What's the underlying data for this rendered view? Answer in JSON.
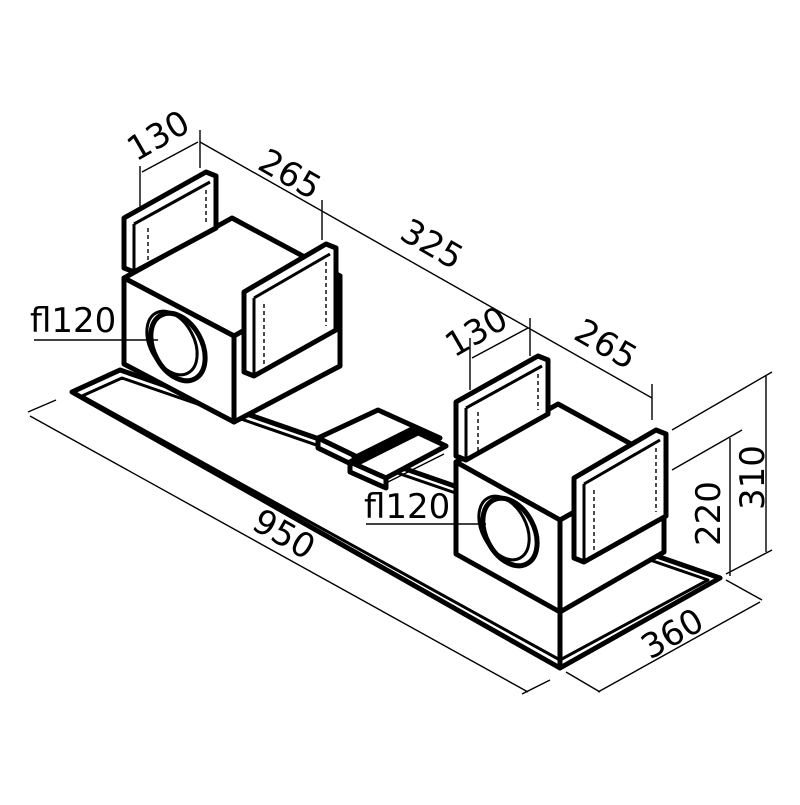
{
  "drawing": {
    "title": "Isometric dimension drawing of cooker hood plenum with two fan boxes",
    "stroke_color": "#000000",
    "background_color": "#ffffff"
  },
  "dimensions": {
    "left_box_depth": "130",
    "left_box_width": "265",
    "box_spacing": "325",
    "right_box_depth": "130",
    "right_box_width": "265",
    "left_outlet_diameter": "fl120",
    "right_outlet_diameter": "fl120",
    "total_length": "950",
    "total_depth": "360",
    "box_height": "220",
    "total_height": "310"
  }
}
